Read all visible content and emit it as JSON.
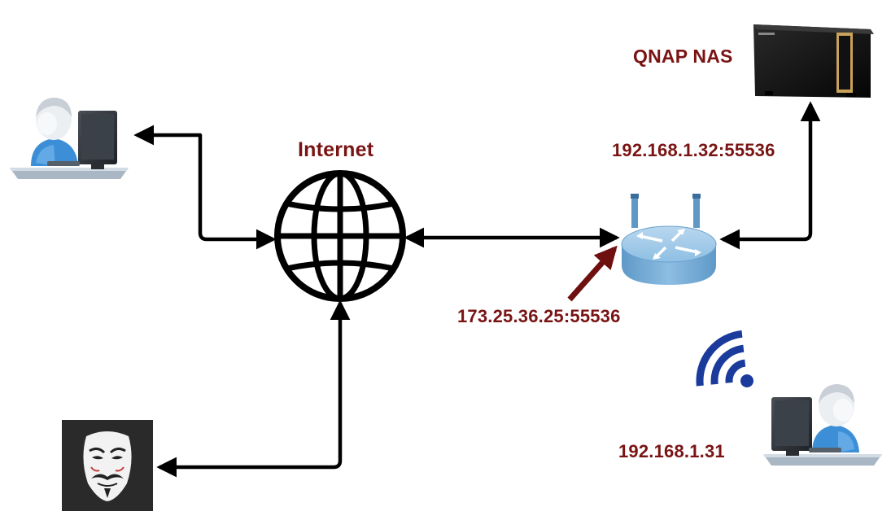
{
  "labels": {
    "internet": "Internet",
    "nas": "QNAP NAS",
    "nas_address": "192.168.1.32:55536",
    "public_address": "173.25.36.25:55536",
    "local_client_address": "192.168.1.31"
  },
  "colors": {
    "label_text": "#7a1414",
    "connector": "#000000",
    "public_pointer": "#6e1010",
    "router_body": "#7fb3dc",
    "wifi_signal": "#1a3a9c",
    "attacker_bg": "#2a2a2a"
  },
  "icons": {
    "remote_user": "user-at-computer-icon",
    "attacker": "anonymous-mask-icon",
    "internet": "globe-icon",
    "router": "router-icon",
    "nas": "nas-device-icon",
    "wifi": "wifi-icon",
    "local_user": "user-at-computer-icon"
  }
}
